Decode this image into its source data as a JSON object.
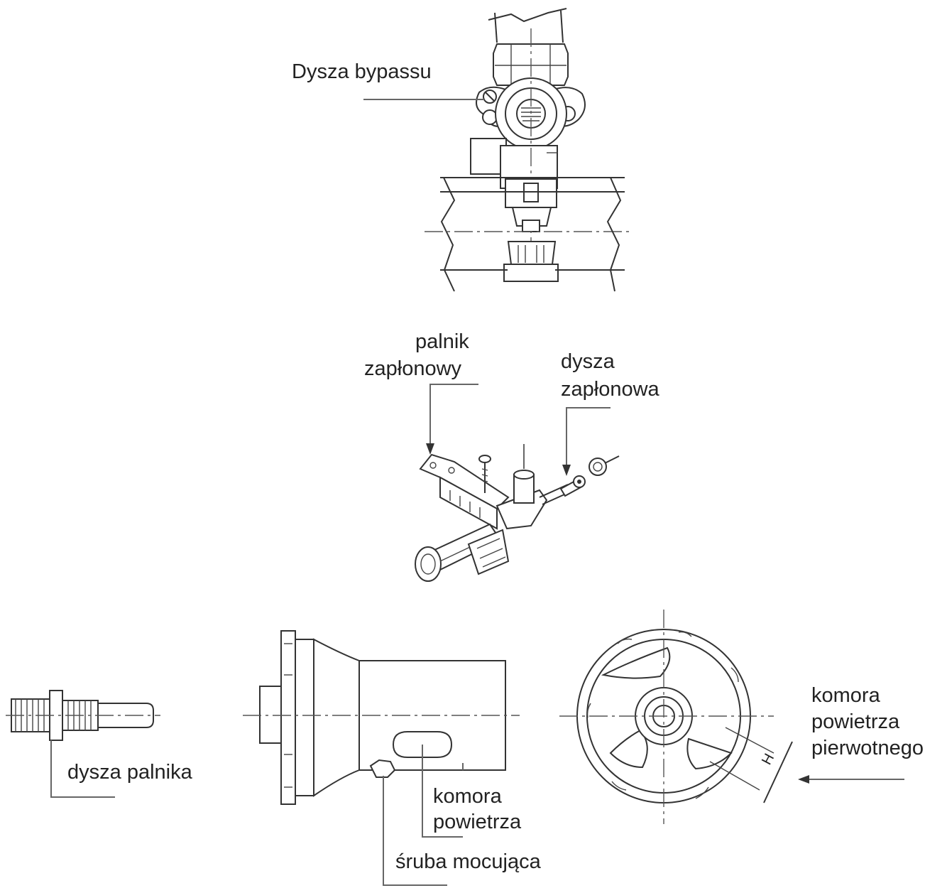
{
  "labels": {
    "bypass_nozzle": "Dysza bypassu",
    "pilot_burner_line1": "palnik",
    "pilot_burner_line2": "zapłonowy",
    "pilot_nozzle_line1": "dysza",
    "pilot_nozzle_line2": "zapłonowa",
    "burner_nozzle": "dysza palnika",
    "air_chamber_line1": "komora",
    "air_chamber_line2": "powietrza",
    "fixing_screw": "śruba mocująca",
    "primary_air_line1": "komora",
    "primary_air_line2": "powietrza",
    "primary_air_line3": "pierwotnego",
    "dimension_mark": "H"
  },
  "colors": {
    "line": "#333333",
    "background": "#ffffff"
  }
}
